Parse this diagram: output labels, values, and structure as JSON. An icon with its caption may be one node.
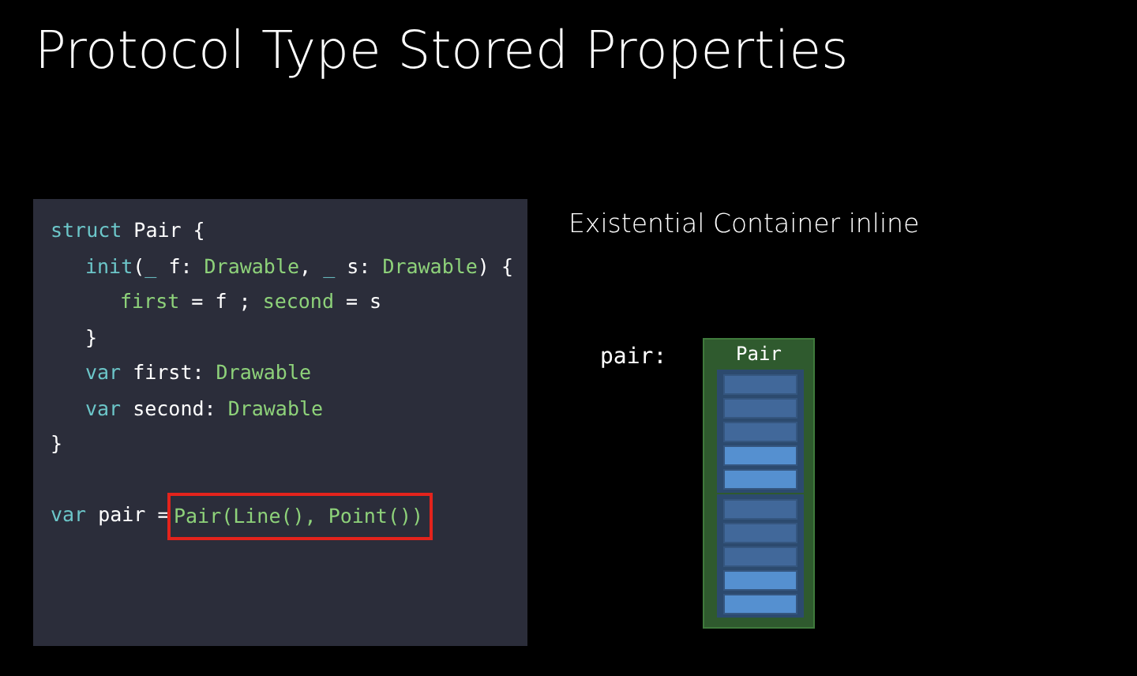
{
  "diagram": {
    "title": "Protocol Type Stored Properties",
    "nodes": [
      {
        "text": [
          "struct Pair {",
          "init(_ f: Drawable, _ s: Drawable) {",
          "first = f ; second = s",
          "}",
          "var first: Drawable",
          "var second: Drawable",
          "}",
          "var pair ="
        ]
      },
      {
        "text": [
          "Pair(Line(), Point())"
        ],
        "in": 0
      },
      {
        "text": [
          "Pair"
        ]
      },
      {
        "text": [],
        "shape": "box",
        "in": 2
      },
      {
        "text": [],
        "shape": "box",
        "in": 2
      },
      {
        "text": [],
        "shape": "box",
        "in": 3
      },
      {
        "text": [],
        "shape": "box",
        "in": 3
      },
      {
        "text": [],
        "shape": "box",
        "in": 3
      },
      {
        "text": [],
        "shape": "box",
        "in": 3
      },
      {
        "text": [],
        "shape": "box",
        "in": 3
      },
      {
        "text": [],
        "shape": "box",
        "in": 4
      },
      {
        "text": [],
        "shape": "box",
        "in": 4
      },
      {
        "text": [],
        "shape": "box",
        "in": 4
      },
      {
        "text": [],
        "shape": "box",
        "in": 4
      },
      {
        "text": [],
        "shape": "box",
        "in": 4
      }
    ],
    "labels": [
      "Existential Container inline",
      "pair:"
    ]
  }
}
